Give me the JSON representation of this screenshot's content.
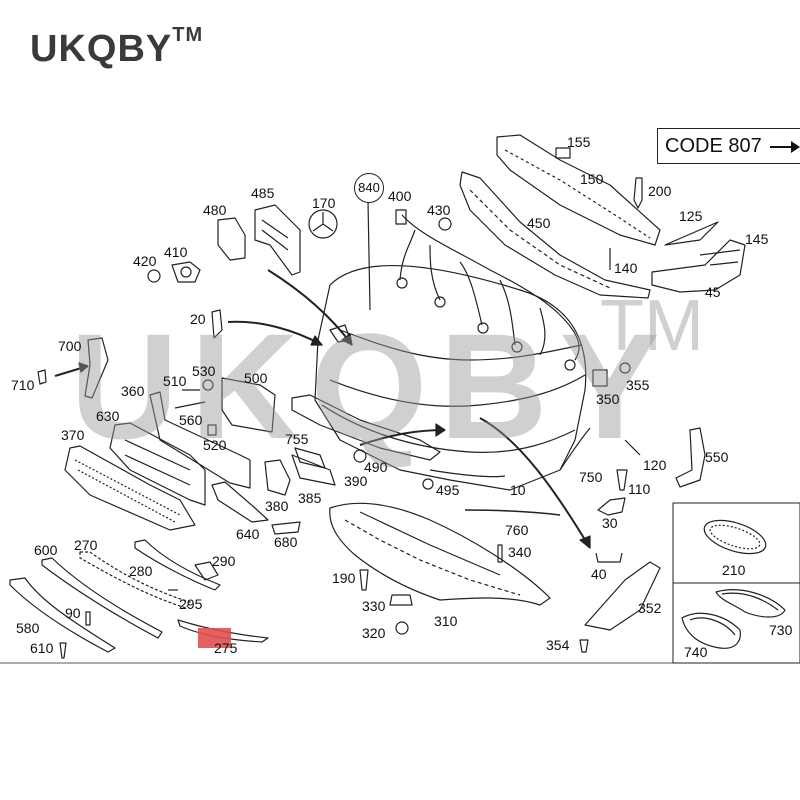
{
  "brand": {
    "name": "UKQBY",
    "tm": "TM"
  },
  "code_box": {
    "text": "CODE 807"
  },
  "watermark": {
    "text": "UKQBY",
    "tm": "TM"
  },
  "circled_label": "840",
  "colors": {
    "line": "#222222",
    "highlight": "#e05050",
    "watermark": "#969696"
  },
  "part_numbers": [
    "155",
    "150",
    "200",
    "125",
    "145",
    "45",
    "140",
    "450",
    "430",
    "400",
    "840",
    "170",
    "485",
    "480",
    "410",
    "420",
    "20",
    "700",
    "710",
    "530",
    "510",
    "360",
    "500",
    "560",
    "630",
    "370",
    "520",
    "755",
    "490",
    "390",
    "385",
    "380",
    "640",
    "680",
    "495",
    "10",
    "750",
    "120",
    "550",
    "110",
    "30",
    "760",
    "340",
    "190",
    "330",
    "320",
    "310",
    "40",
    "352",
    "354",
    "600",
    "270",
    "280",
    "290",
    "295",
    "580",
    "90",
    "610",
    "275",
    "210",
    "730",
    "740",
    "350",
    "355"
  ]
}
